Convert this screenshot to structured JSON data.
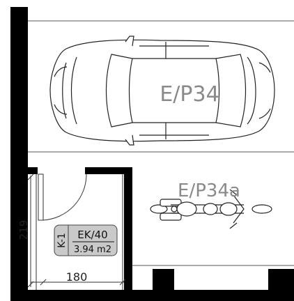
{
  "plan": {
    "car_space_label": "E/P34",
    "moto_space_label": "E/P34a",
    "storage": {
      "tag": "K-1",
      "code": "EK/40",
      "area": "3.94 m2"
    },
    "dimensions": {
      "width": "180",
      "height": "219"
    }
  },
  "colors": {
    "wall": "#000000",
    "line": "#555555",
    "label_grey": "#8a8a8a",
    "badge_fill": "#c9c9c9"
  }
}
